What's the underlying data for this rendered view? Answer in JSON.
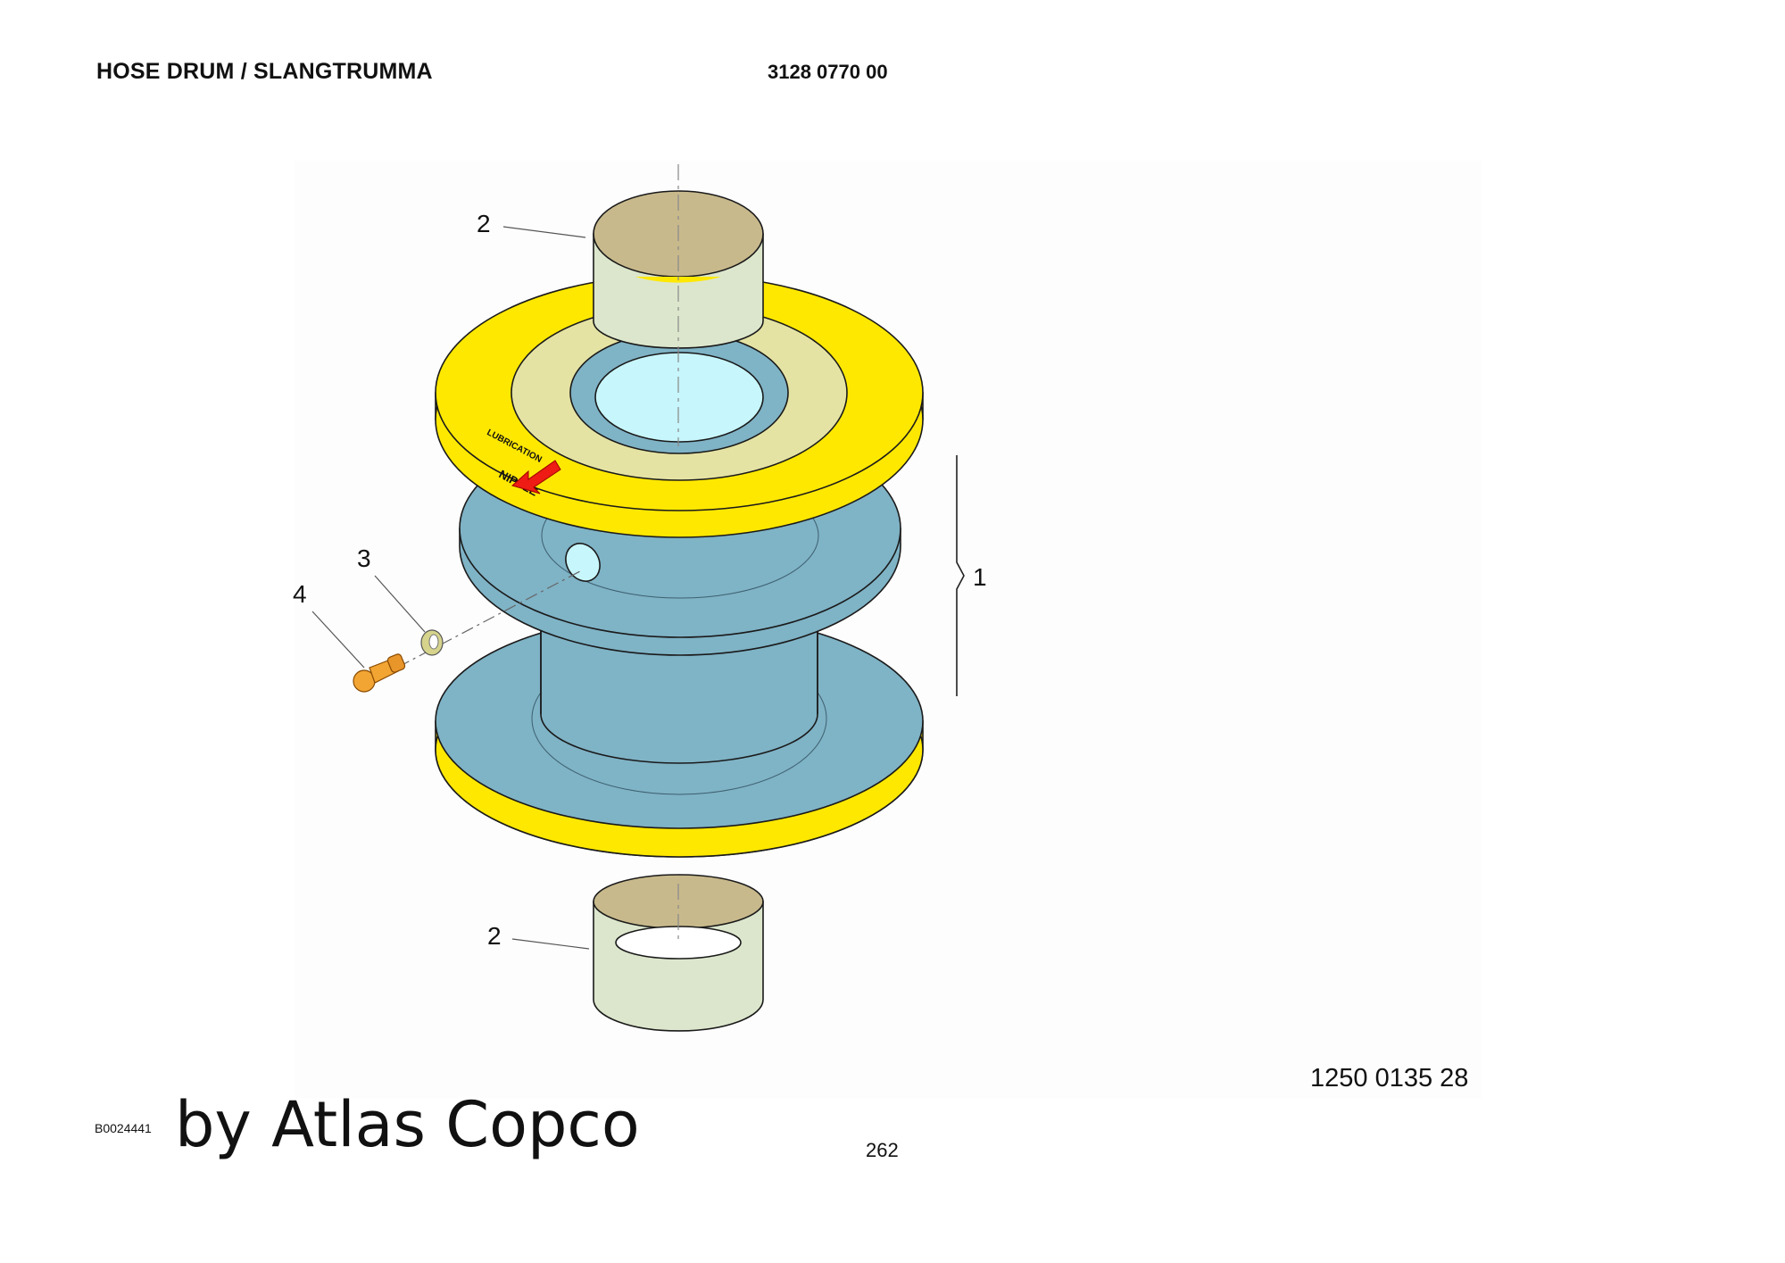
{
  "header": {
    "title": "HOSE DRUM / SLANGTRUMMA",
    "doc_number": "3128 0770 00"
  },
  "drawing": {
    "callouts": [
      "1",
      "2",
      "2",
      "3",
      "4"
    ],
    "decal_text": [
      "LUBRICATION",
      "NIPPLE"
    ],
    "colors": {
      "flange_yellow": "#ffe800",
      "drum_blue": "#7fb3c6",
      "bushing": "#dce6cc",
      "bushing_inner": "#c8b98c",
      "bore_cyan": "#c7f6fc",
      "ring_khaki": "#e5e3a3",
      "nipple_orange": "#f2a533",
      "arrow_red": "#ee1c14"
    },
    "icons": [
      "lubrication-arrow-icon"
    ]
  },
  "footer": {
    "part_number": "1250 0135 28",
    "figure_id": "B0024441",
    "watermark": "by Atlas Copco",
    "page_number": "262"
  }
}
